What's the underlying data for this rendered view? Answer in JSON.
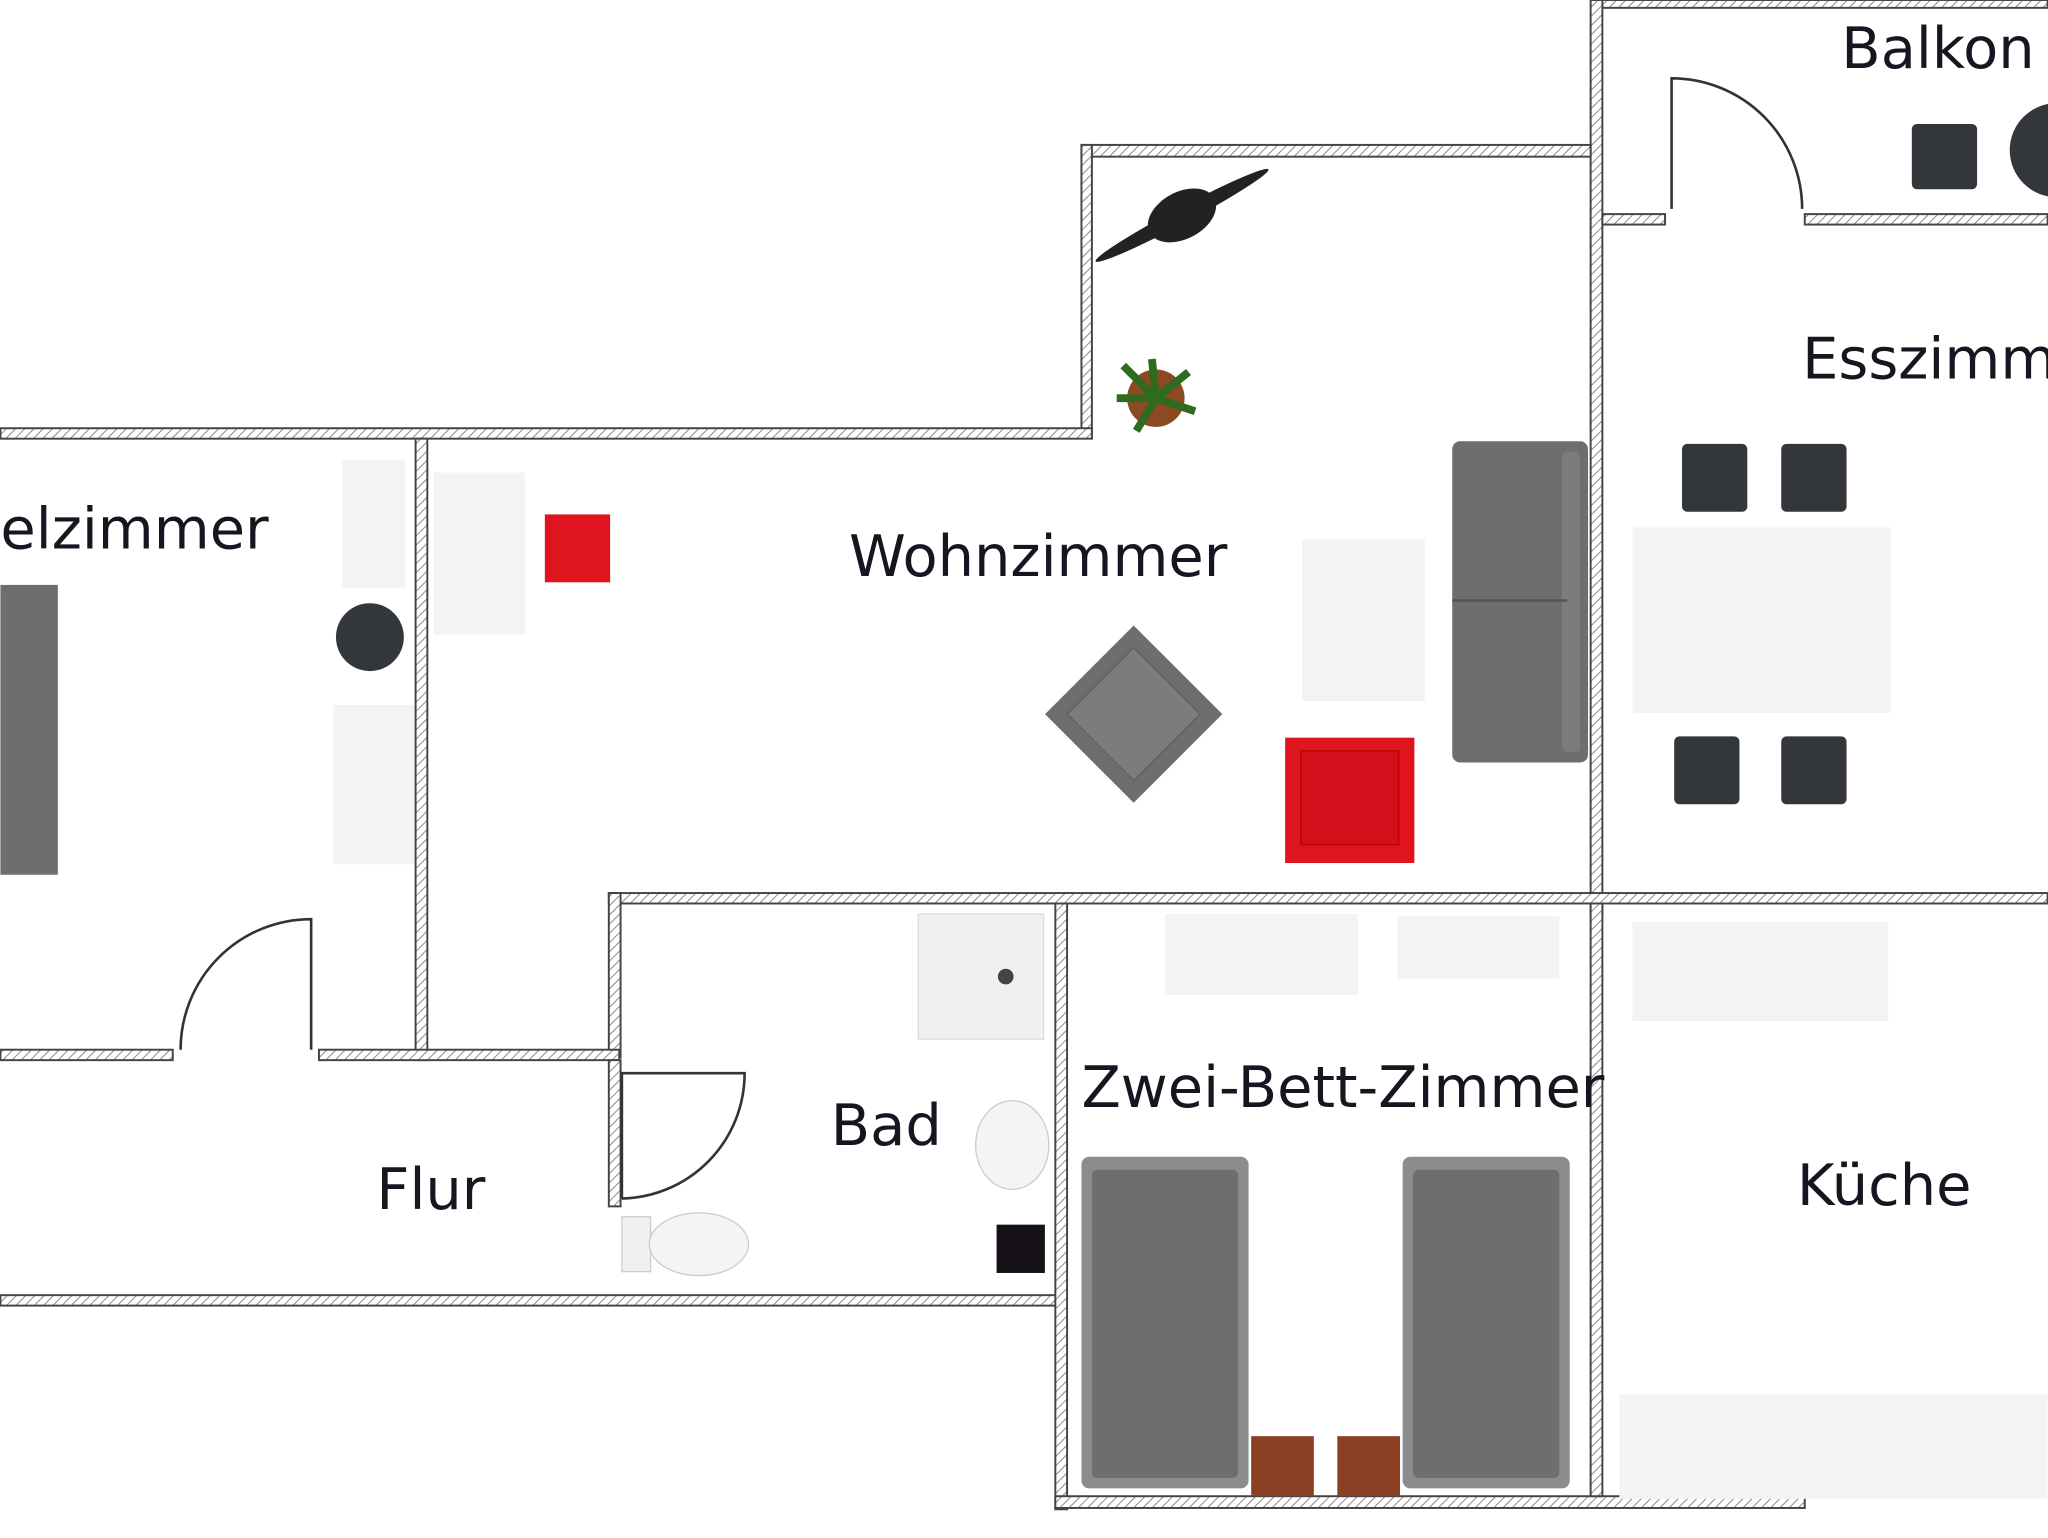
{
  "plan": {
    "rooms": [
      {
        "id": "balkon",
        "label": "Balkon"
      },
      {
        "id": "esszimmer",
        "label": "Esszimme"
      },
      {
        "id": "einzelzimmer",
        "label": "elzimmer"
      },
      {
        "id": "wohnzimmer",
        "label": "Wohnzimmer"
      },
      {
        "id": "bad",
        "label": "Bad"
      },
      {
        "id": "zwei-bett-zimmer",
        "label": "Zwei-Bett-Zimmer"
      },
      {
        "id": "flur",
        "label": "Flur"
      },
      {
        "id": "kueche",
        "label": "Küche"
      }
    ],
    "colors": {
      "wall": "#555555",
      "hatch": "#8a8a8a",
      "sofa": "#6e6e70",
      "red": "#e0141e",
      "dark": "#33363b",
      "wood": "#8b3f22",
      "light": "#f2f2f2"
    }
  }
}
